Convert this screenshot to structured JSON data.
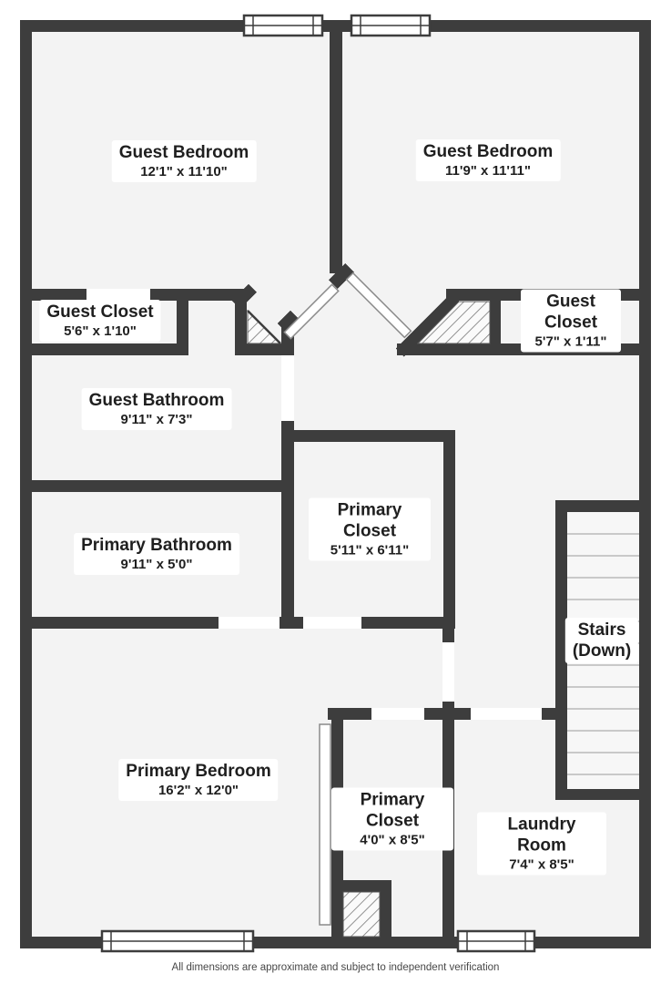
{
  "rooms": [
    {
      "id": "guest-bedroom-1",
      "title": "Guest Bedroom",
      "subtitle": "12'1\" x 11'10\""
    },
    {
      "id": "guest-bedroom-2",
      "title": "Guest Bedroom",
      "subtitle": "11'9\" x 11'11\""
    },
    {
      "id": "guest-closet-1",
      "title": "Guest Closet",
      "subtitle": "5'6\" x 1'10\""
    },
    {
      "id": "guest-closet-2",
      "title": "Guest Closet",
      "subtitle": "5'7\" x 1'11\""
    },
    {
      "id": "guest-bathroom",
      "title": "Guest Bathroom",
      "subtitle": "9'11\" x 7'3\""
    },
    {
      "id": "primary-bathroom",
      "title": "Primary Bathroom",
      "subtitle": "9'11\" x 5'0\""
    },
    {
      "id": "primary-closet",
      "title": "Primary Closet",
      "subtitle": "5'11\" x 6'11\""
    },
    {
      "id": "stairs",
      "title": "Stairs",
      "subtitle": "(Down)"
    },
    {
      "id": "primary-bedroom",
      "title": "Primary Bedroom",
      "subtitle": "16'2\" x 12'0\""
    },
    {
      "id": "primary-closet-2",
      "title": "Primary Closet",
      "subtitle": "4'0\" x 8'5\""
    },
    {
      "id": "laundry-room",
      "title": "Laundry Room",
      "subtitle": "7'4\" x 8'5\""
    }
  ],
  "footer": {
    "disclaimer": "All dimensions are approximate and subject to independent verification"
  },
  "colors": {
    "wall": "#3d3d3d",
    "floor": "#f3f3f3",
    "stair_tread": "#c9c9c9",
    "label_text": "#1f1f1f",
    "hatch_line": "#777777"
  }
}
